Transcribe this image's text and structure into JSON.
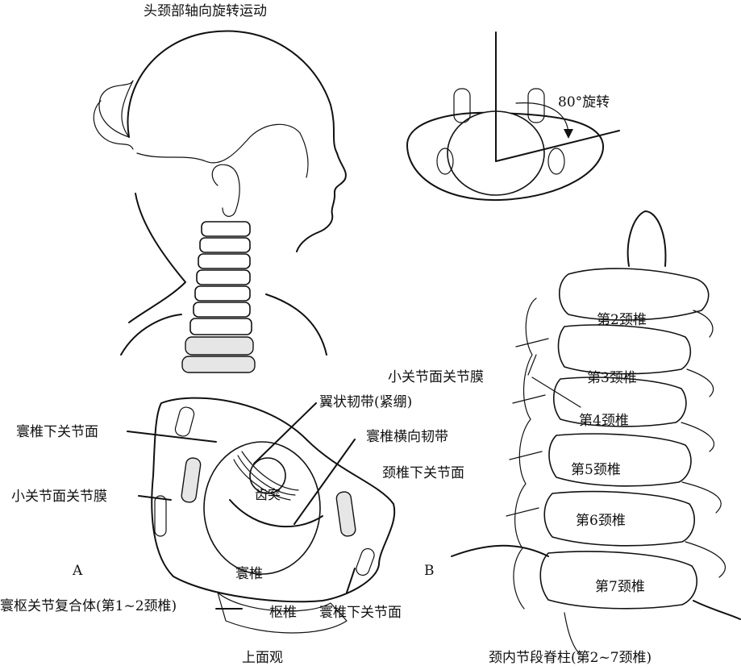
{
  "title": "头颈部轴向旋转运动",
  "top_right": {
    "rotation_label": "80°旋转"
  },
  "panel_b": {
    "tag": "B",
    "labels": {
      "c2": "第2颈椎",
      "facet_capsule": "小关节面关节膜",
      "c3": "第3颈椎",
      "c4": "第4颈椎",
      "c5": "第5颈椎",
      "c6": "第6颈椎",
      "c7": "第7颈椎"
    },
    "caption": "颈内节段脊柱(第2~7颈椎)"
  },
  "panel_a": {
    "tag": "A",
    "labels": {
      "atlas_inferior_facet_top": "寰椎下关节面",
      "alar_ligament": "翼状韧带(紧绷)",
      "transverse_ligament": "寰椎横向韧带",
      "cervical_inferior_facet": "颈椎下关节面",
      "facet_capsule": "小关节面关节膜",
      "dens": "齿突",
      "atlas": "寰椎",
      "axis": "枢椎",
      "atlas_inferior_facet_bottom": "寰椎下关节面",
      "complex": "寰枢关节复合体(第1~2颈椎)"
    },
    "caption": "上面观"
  }
}
